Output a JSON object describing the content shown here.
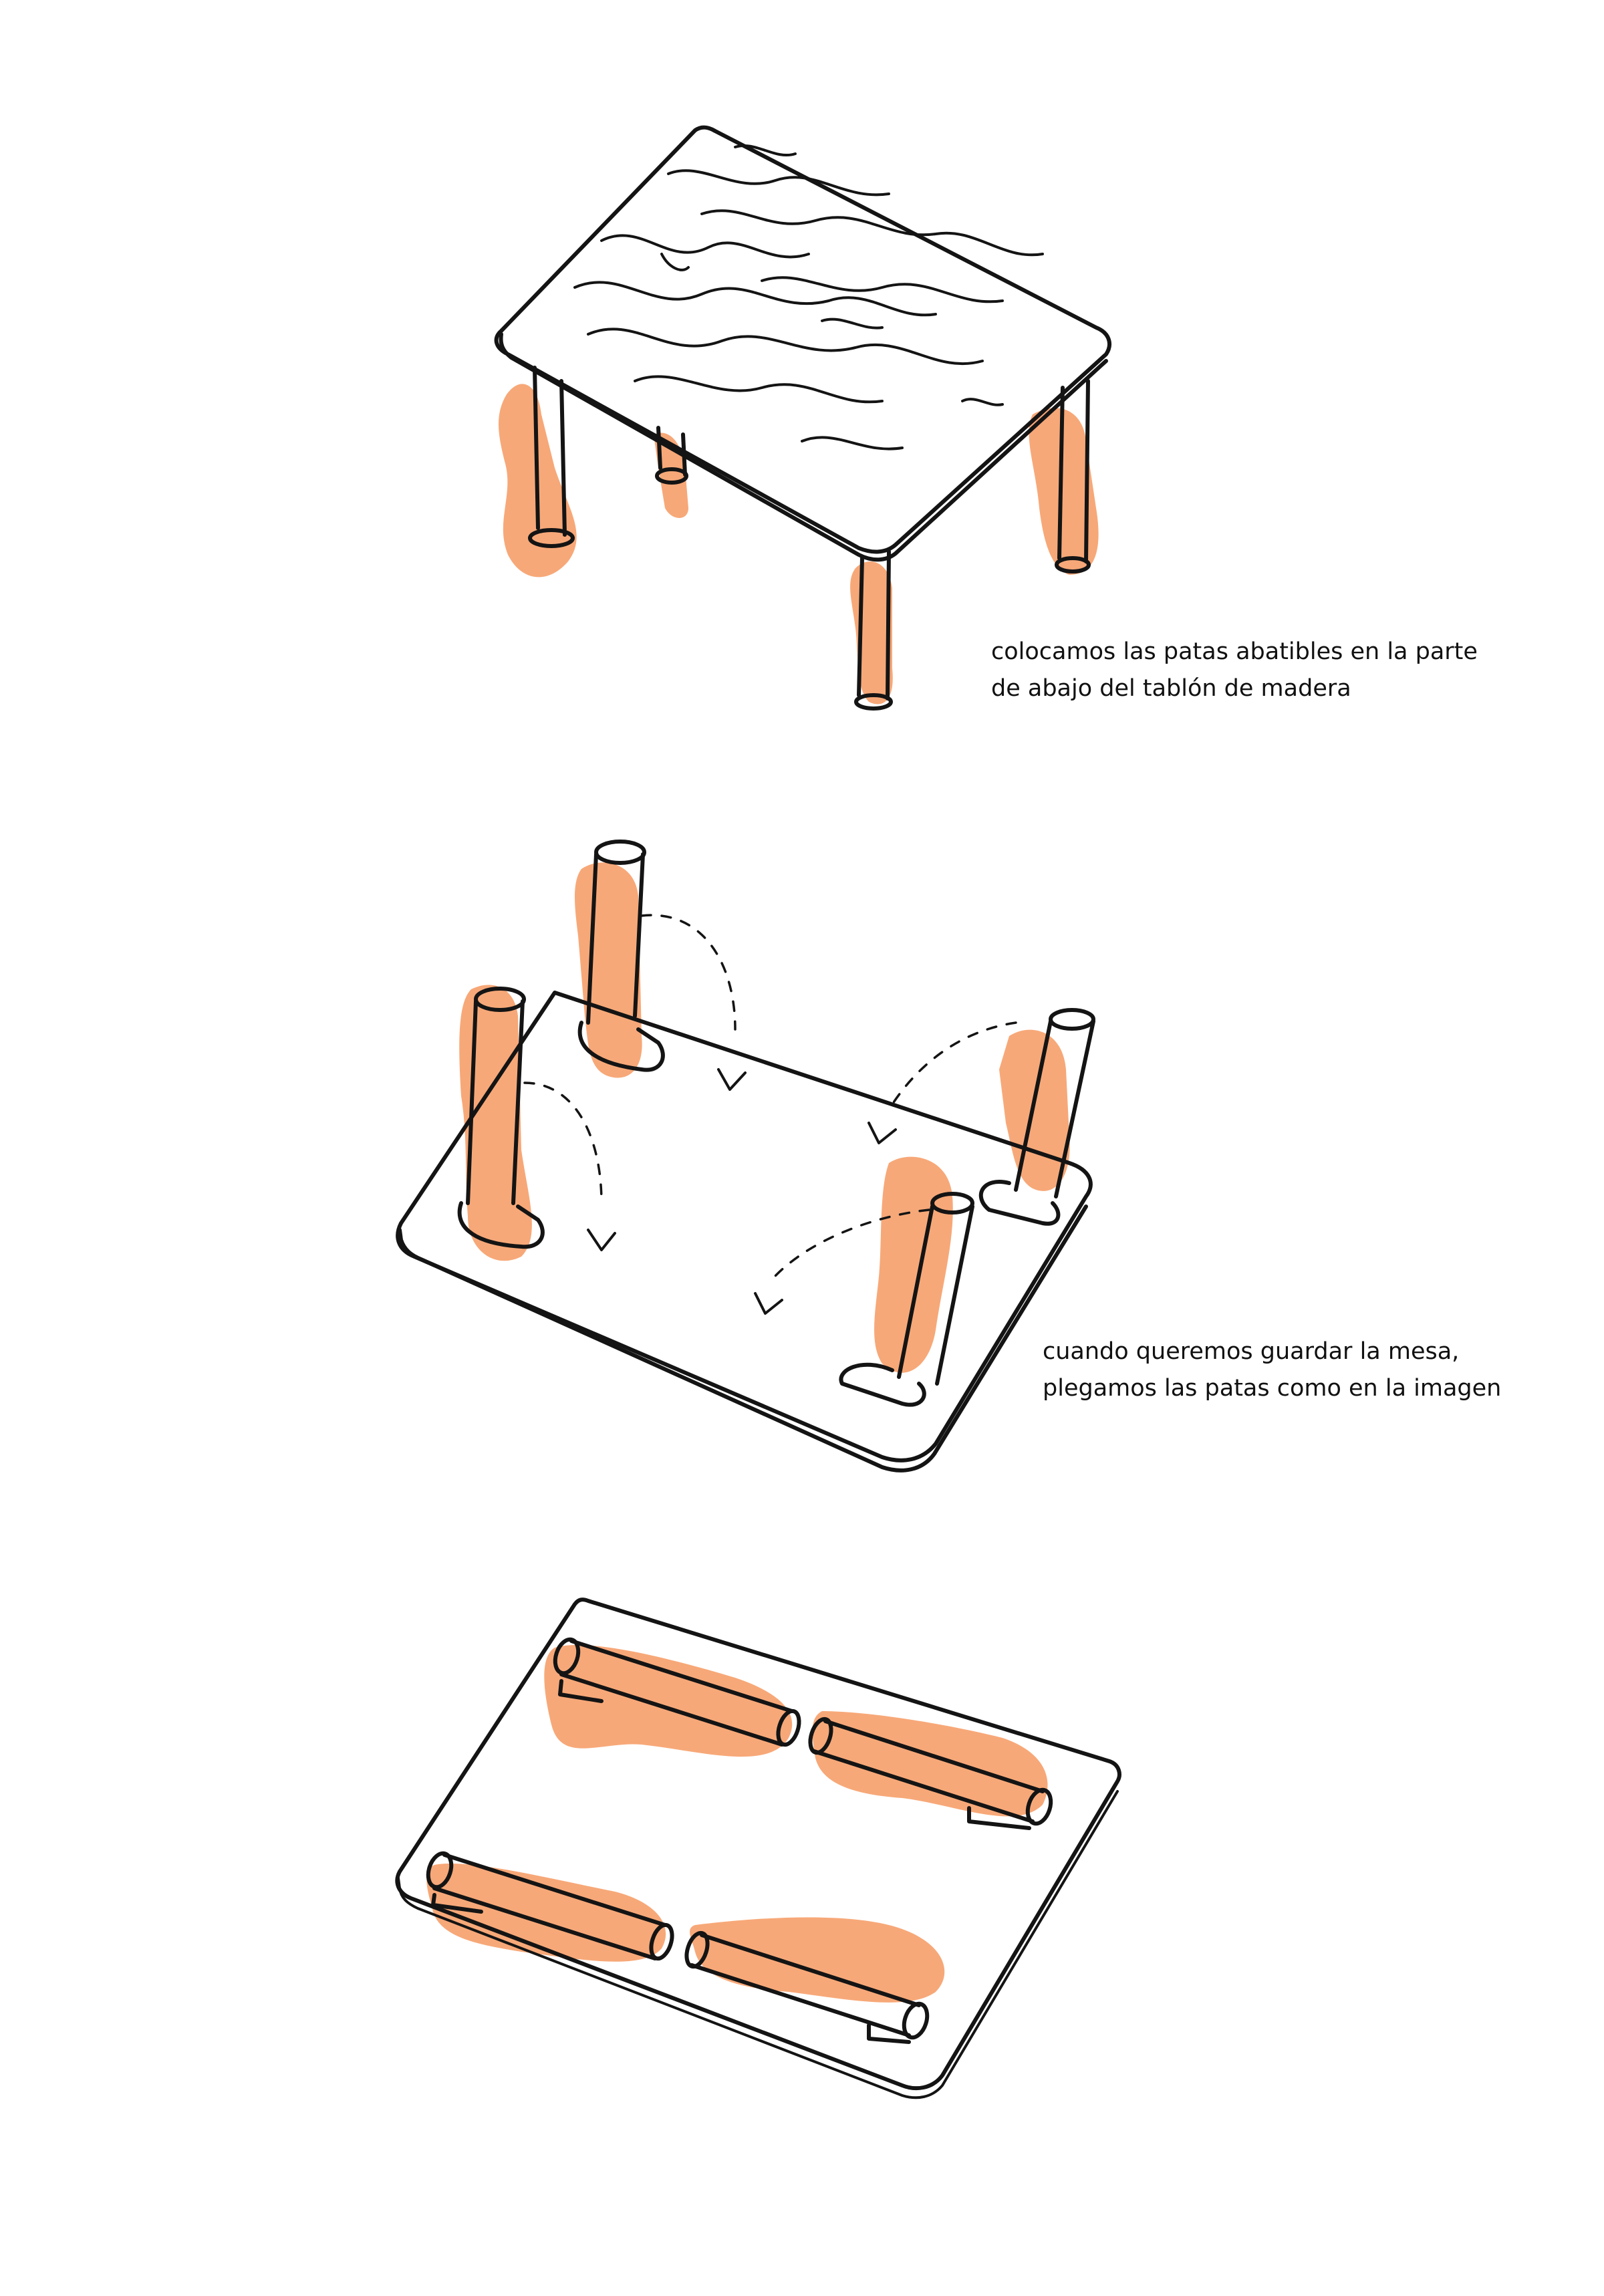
{
  "steps": [
    {
      "id": "step-1",
      "caption_lines": [
        "colocamos las patas abatibles en la parte",
        "de abajo del tablón de madera"
      ]
    },
    {
      "id": "step-2",
      "caption_lines": [
        "cuando queremos guardar la mesa,",
        "plegamos las patas como en la imagen"
      ]
    },
    {
      "id": "step-3",
      "caption_lines": []
    }
  ],
  "colors": {
    "leg_fill": "#F7A878",
    "ink": "#141414",
    "background": "#FFFFFF"
  },
  "illustrations": [
    "table-standing-illustration",
    "table-upside-down-legs-unfolding-illustration",
    "table-legs-folded-illustration"
  ]
}
